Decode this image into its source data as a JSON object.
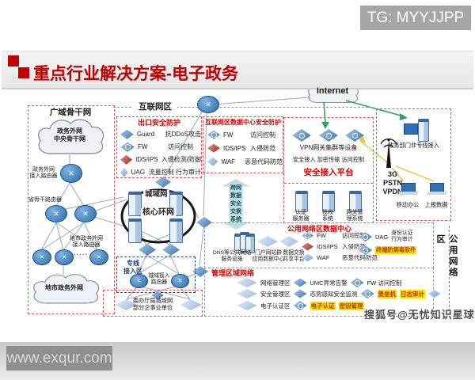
{
  "page": {
    "tg_badge": "TG: MYYJJPP",
    "site_badge": "www.exqur.com",
    "sohu_watermark": "搜狐号@无忧知识星球",
    "title": "重点行业解决方案-电子政务"
  },
  "icons": {
    "router_glyph": "✕",
    "ellipsis": "·····"
  },
  "internet_cloud_label": "Internet",
  "wan": {
    "title": "广域骨干网",
    "central_cloud_l1": "政务外网",
    "central_cloud_l2": "中央骨干网",
    "access_router_l1": "政务外网",
    "access_router_l2": "接入路由器",
    "province_router": "省骨干路由器",
    "city_router_l1": "地市政务外网",
    "city_router_l2": "接入路由器",
    "city_cloud": "地市政务外网"
  },
  "internet_zone": {
    "title": "互联网区",
    "exit": {
      "title": "出口安全防护",
      "items": [
        {
          "name": "Guard",
          "desc": "抗DDoS攻击"
        },
        {
          "name": "FW",
          "desc": "访问控制"
        },
        {
          "name": "IDS/IPS",
          "desc": "入侵检测/防御"
        },
        {
          "name": "UAG",
          "desc": "流量控制 行为审计"
        }
      ]
    },
    "dc": {
      "title": "互联网区数据中心安全防护",
      "items": [
        {
          "name": "FW",
          "desc": "访问控制"
        },
        {
          "name": "IDS/IPS",
          "desc": "入侵防范"
        },
        {
          "name": "WAF",
          "desc": "恶意代码防范"
        }
      ]
    }
  },
  "metro": {
    "zone_label": "城域网",
    "ring_label": "核心环网"
  },
  "exchange": {
    "lines": [
      "跨网",
      "数据",
      "安全",
      "交换",
      "系统"
    ]
  },
  "secure_access": {
    "gateways_label": "VPN网关集群等设备",
    "functions": "安全接入 加密传输 访问控制",
    "title": "安全接入平台",
    "servers": [
      {
        "l1": "认证",
        "l2": "服务器"
      },
      {
        "l1": "授权",
        "l2": "系统"
      },
      {
        "l1": "网关管",
        "l2": "理系统"
      }
    ]
  },
  "nonline": {
    "host_label": "政务部门非专线接入",
    "antenna_lines": [
      "3G",
      "PSTN",
      "VPDN"
    ],
    "laptop1": "移动办公",
    "laptop2": "上报数据"
  },
  "public_dc": {
    "title": "公用网络区数据中心",
    "facilities": [
      {
        "l1": "DNS等公共网络",
        "l2": "服务设施"
      },
      {
        "l1": "门户网站群",
        "l2": "应用数据中心"
      },
      {
        "l1": "数据交换",
        "l2": "共享平台"
      }
    ],
    "security": [
      {
        "name": "FW",
        "desc": "访问控制"
      },
      {
        "name": "IDS/IPS",
        "desc": "入侵防范"
      },
      {
        "name": "WAF",
        "desc": "恶意代码防范"
      }
    ],
    "uag_name": "UAG",
    "uag_l1": "身份认证",
    "uag_l2": "行为审计",
    "endpoint_av": "终端防病毒软件"
  },
  "mgmt": {
    "title": "管理区域网络",
    "row1": {
      "area": "网络管理区",
      "mid": "UMC异常告警",
      "right": "FW 访问控制"
    },
    "row2": {
      "area": "安全管理区",
      "mid": "态势感知安全监测",
      "hl1": "堡垒机",
      "hl2": "日志审计"
    },
    "row3": {
      "area": "电子认证区",
      "hl1": "电子认证",
      "hl2": "密钥管理"
    }
  },
  "dedicated": {
    "l1": "专线",
    "l2": "接入区",
    "router_l1": "城域接入",
    "router_l2": "路由器"
  },
  "office": {
    "l1": "委办厅局城域网",
    "l2": "部分企事业单位"
  },
  "public_zone_label": "公用网络区"
}
